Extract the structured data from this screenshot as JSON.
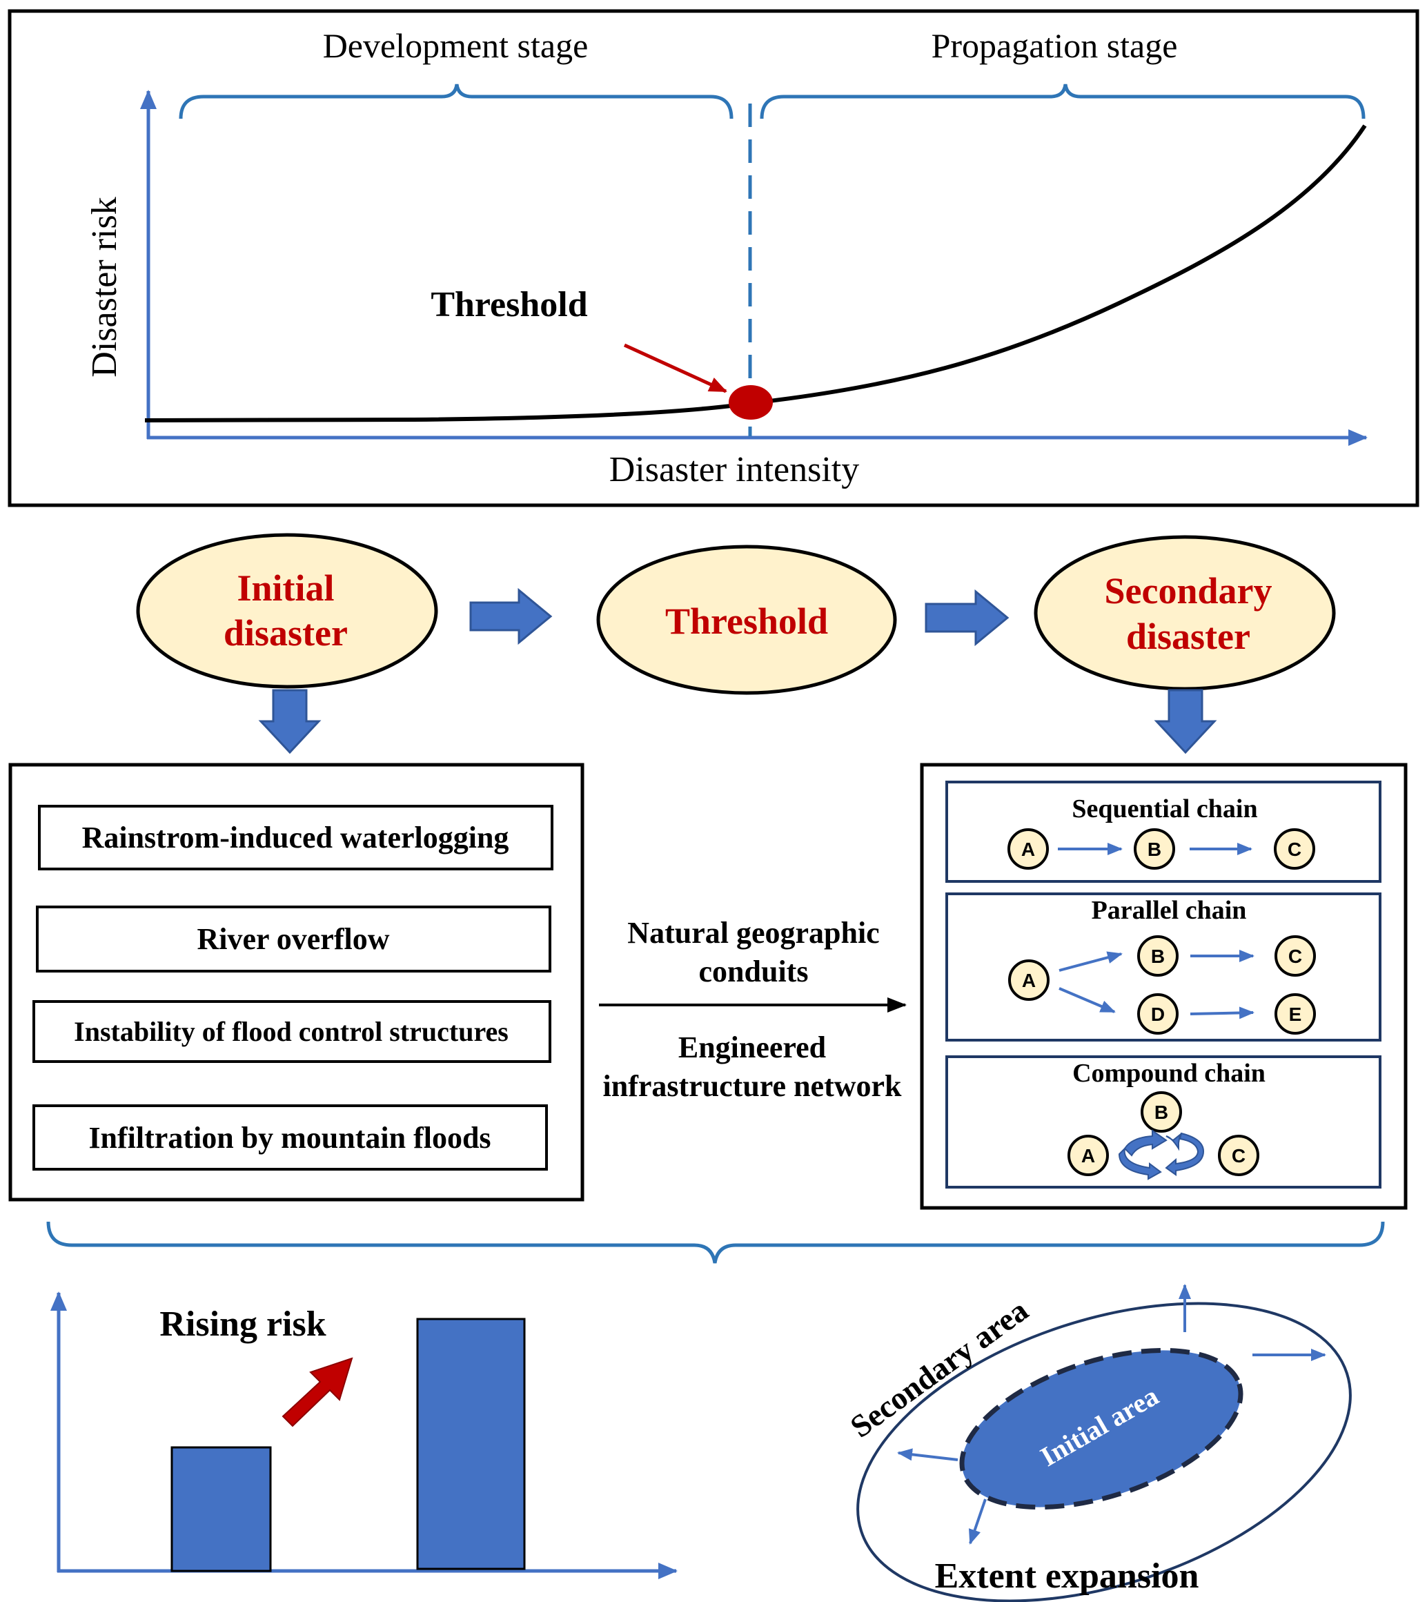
{
  "curve_panel": {
    "development_stage": "Development stage",
    "propagation_stage": "Propagation stage",
    "y_axis_label": "Disaster risk",
    "x_axis_label": "Disaster intensity",
    "threshold_label": "Threshold"
  },
  "flow": {
    "initial_line1": "Initial",
    "initial_line2": "disaster",
    "threshold": "Threshold",
    "secondary_line1": "Secondary",
    "secondary_line2": "disaster"
  },
  "initial_types": [
    "Rainstrom-induced waterlogging",
    "River overflow",
    "Instability of flood control structures",
    "Infiltration by mountain floods"
  ],
  "pathways": {
    "natural_line1": "Natural geographic",
    "natural_line2": "conduits",
    "engineered_line1": "Engineered",
    "engineered_line2": "infrastructure network"
  },
  "chains": {
    "sequential": {
      "title": "Sequential chain",
      "nodes": [
        "A",
        "B",
        "C"
      ]
    },
    "parallel": {
      "title": "Parallel chain",
      "nodes": [
        "A",
        "B",
        "C",
        "D",
        "E"
      ]
    },
    "compound": {
      "title": "Compound chain",
      "nodes": [
        "A",
        "B",
        "C"
      ]
    }
  },
  "bottom": {
    "rising_risk": "Rising risk",
    "secondary_area": "Secondary area",
    "initial_area": "Initial area",
    "extent_expansion": "Extent expansion"
  },
  "colors": {
    "blue": "#4472C4",
    "dark_red": "#C00000",
    "node_fill": "#FFF2CC",
    "ellipse_fill": "#FFF2CC",
    "red_arrow": "#C00000",
    "threshold_dot": "#C00000"
  }
}
